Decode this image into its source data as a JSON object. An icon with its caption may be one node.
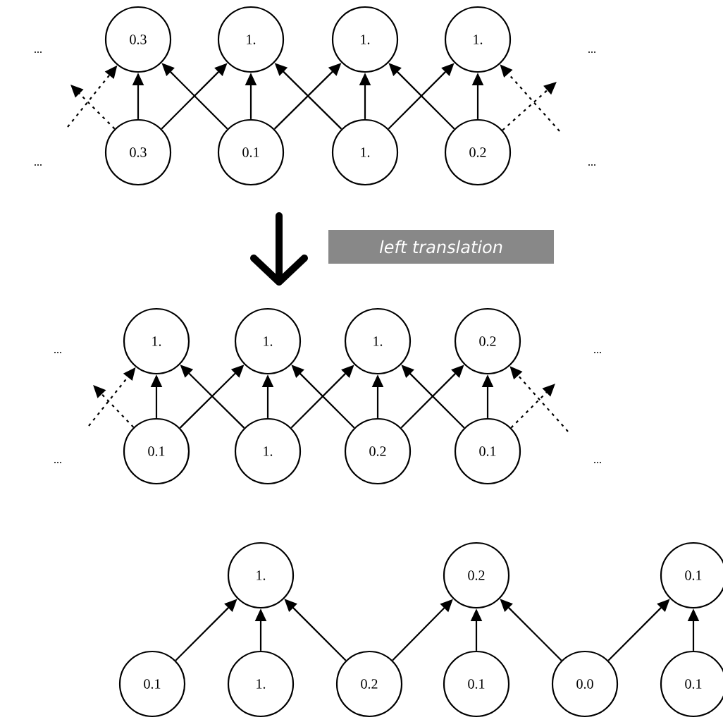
{
  "diagram": {
    "nodes": [
      {
        "text": [
          "0.3"
        ]
      },
      {
        "text": [
          "1."
        ]
      },
      {
        "text": [
          "1."
        ]
      },
      {
        "text": [
          "1."
        ]
      },
      {
        "text": [
          "0.3"
        ]
      },
      {
        "text": [
          "0.1"
        ]
      },
      {
        "text": [
          "1."
        ]
      },
      {
        "text": [
          "0.2"
        ]
      },
      {
        "text": [
          "1."
        ]
      },
      {
        "text": [
          "1."
        ]
      },
      {
        "text": [
          "1."
        ]
      },
      {
        "text": [
          "0.2"
        ]
      },
      {
        "text": [
          "0.1"
        ]
      },
      {
        "text": [
          "1."
        ]
      },
      {
        "text": [
          "0.2"
        ]
      },
      {
        "text": [
          "0.1"
        ]
      },
      {
        "text": [
          "1."
        ]
      },
      {
        "text": [
          "0.2"
        ]
      },
      {
        "text": [
          "0.1"
        ]
      },
      {
        "text": [
          "0.1"
        ]
      },
      {
        "text": [
          "1."
        ]
      },
      {
        "text": [
          "0.2"
        ]
      },
      {
        "text": [
          "0.1"
        ]
      },
      {
        "text": [
          "0.0"
        ]
      },
      {
        "text": [
          "0.1"
        ]
      }
    ],
    "edges": [
      {
        "from": null,
        "to": 0,
        "arrow": "to",
        "style": "dashed"
      },
      {
        "from": 4,
        "to": null,
        "arrow": "to",
        "style": "dashed"
      },
      {
        "from": 4,
        "to": 0,
        "arrow": "to"
      },
      {
        "from": 4,
        "to": 1,
        "arrow": "to"
      },
      {
        "from": 5,
        "to": 0,
        "arrow": "to"
      },
      {
        "from": 5,
        "to": 1,
        "arrow": "to"
      },
      {
        "from": 5,
        "to": 2,
        "arrow": "to"
      },
      {
        "from": 6,
        "to": 1,
        "arrow": "to"
      },
      {
        "from": 6,
        "to": 2,
        "arrow": "to"
      },
      {
        "from": 6,
        "to": 3,
        "arrow": "to"
      },
      {
        "from": 7,
        "to": 2,
        "arrow": "to"
      },
      {
        "from": 7,
        "to": 3,
        "arrow": "to"
      },
      {
        "from": 7,
        "to": null,
        "arrow": "to",
        "style": "dashed"
      },
      {
        "from": null,
        "to": 3,
        "arrow": "to",
        "style": "dashed"
      },
      {
        "from": null,
        "to": 8,
        "arrow": "to",
        "style": "dashed"
      },
      {
        "from": 12,
        "to": null,
        "arrow": "to",
        "style": "dashed"
      },
      {
        "from": 12,
        "to": 8,
        "arrow": "to"
      },
      {
        "from": 12,
        "to": 9,
        "arrow": "to"
      },
      {
        "from": 13,
        "to": 8,
        "arrow": "to"
      },
      {
        "from": 13,
        "to": 9,
        "arrow": "to"
      },
      {
        "from": 13,
        "to": 10,
        "arrow": "to"
      },
      {
        "from": 14,
        "to": 9,
        "arrow": "to"
      },
      {
        "from": 14,
        "to": 10,
        "arrow": "to"
      },
      {
        "from": 14,
        "to": 11,
        "arrow": "to"
      },
      {
        "from": 15,
        "to": 10,
        "arrow": "to"
      },
      {
        "from": 15,
        "to": 11,
        "arrow": "to"
      },
      {
        "from": 15,
        "to": null,
        "arrow": "to",
        "style": "dashed"
      },
      {
        "from": null,
        "to": 11,
        "arrow": "to",
        "style": "dashed"
      },
      {
        "from": 19,
        "to": 16,
        "arrow": "to"
      },
      {
        "from": 20,
        "to": 16,
        "arrow": "to"
      },
      {
        "from": 21,
        "to": 16,
        "arrow": "to"
      },
      {
        "from": 21,
        "to": 17,
        "arrow": "to"
      },
      {
        "from": 22,
        "to": 17,
        "arrow": "to"
      },
      {
        "from": 23,
        "to": 17,
        "arrow": "to"
      },
      {
        "from": 23,
        "to": 18,
        "arrow": "to"
      },
      {
        "from": 24,
        "to": 18,
        "arrow": "to"
      }
    ],
    "labels": [
      "...",
      "...",
      "...",
      "...",
      "left translation",
      "...",
      "...",
      "...",
      "..."
    ]
  }
}
